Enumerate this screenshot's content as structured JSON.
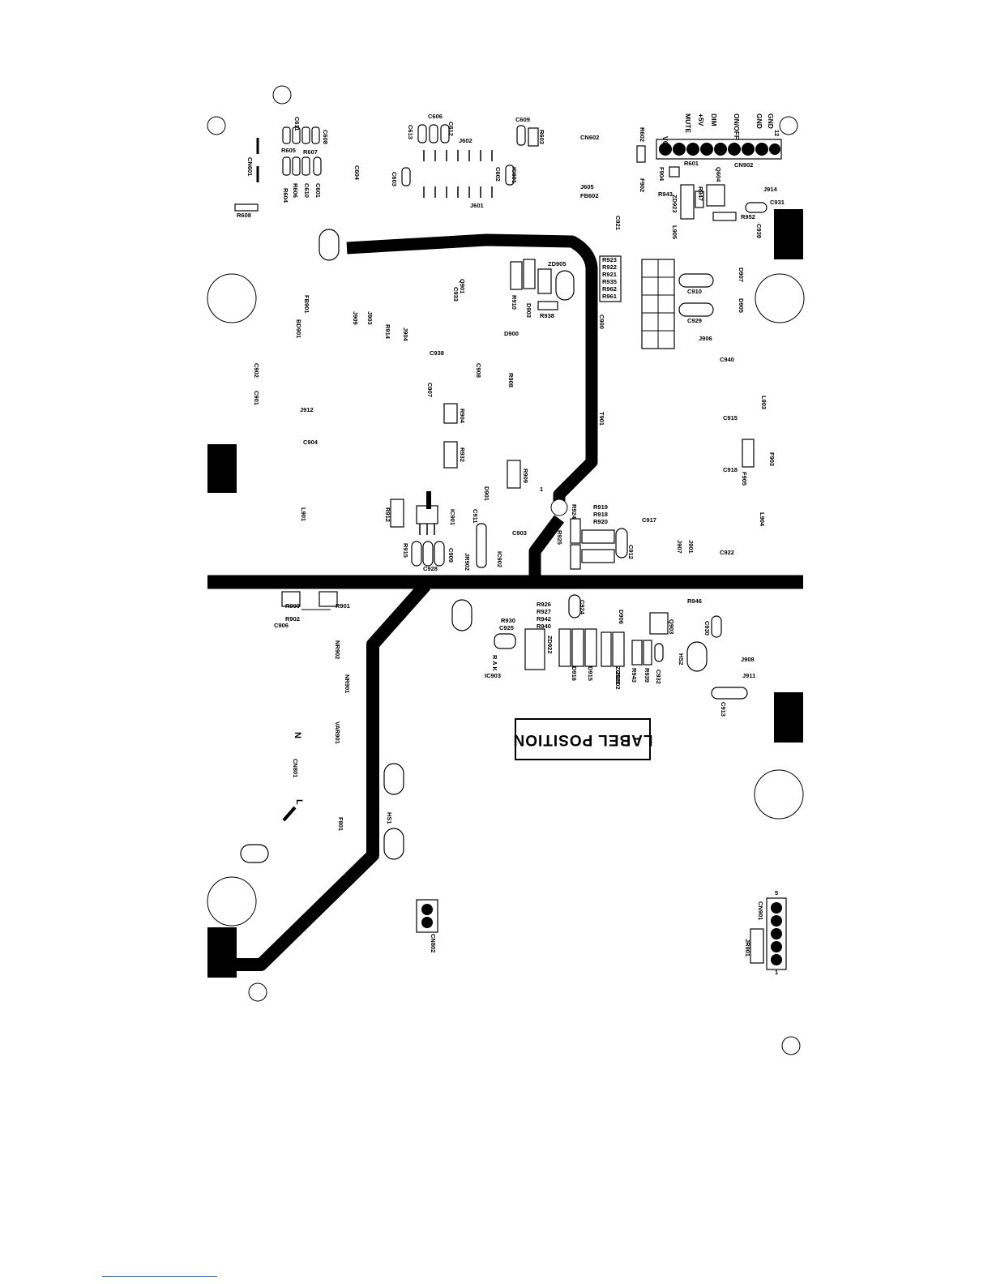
{
  "board": {
    "label_position": "LABEL POSITION",
    "connector_pins": [
      "VOL -",
      "MUTE",
      "+5V",
      "DIM",
      "ON/OFF",
      "GND",
      "GND"
    ],
    "pin_marks": {
      "pin12": "12",
      "pin1": "1",
      "pin5": "5",
      "pin1b": "1"
    },
    "mains_marks": {
      "n": "N",
      "l": "L"
    },
    "labels": [
      "C611",
      "C608",
      "R605",
      "R607",
      "CN601",
      "R604",
      "R606",
      "C610",
      "C601",
      "C604",
      "R608",
      "C613",
      "C606",
      "C612",
      "J602",
      "C603",
      "J601",
      "C609",
      "R603",
      "C602",
      "IC601",
      "CN602",
      "J605",
      "FB602",
      "R602",
      "F902",
      "F904",
      "R601",
      "Q604",
      "R943",
      "ZD923",
      "R947",
      "L905",
      "CN902",
      "J914",
      "C931",
      "R952",
      "C939",
      "C921",
      "R923",
      "R922",
      "R921",
      "R935",
      "R962",
      "R961",
      "C900",
      "ZD905",
      "R910",
      "D903",
      "R938",
      "Q901",
      "C933",
      "D900",
      "FB901",
      "BD901",
      "J909",
      "J903",
      "R914",
      "J904",
      "C938",
      "C907",
      "C908",
      "R908",
      "C910",
      "C929",
      "D907",
      "D905",
      "J906",
      "C940",
      "L903",
      "C915",
      "F903",
      "C918",
      "F905",
      "T901",
      "C902",
      "C901",
      "J912",
      "C904",
      "R904",
      "R932",
      "R909",
      "D901",
      "L901",
      "R912",
      "IC901",
      "C911",
      "C903",
      "JR902",
      "R915",
      "C909",
      "C928",
      "IC902",
      "R924",
      "R919",
      "R918",
      "R920",
      "R925",
      "C912",
      "C917",
      "J907",
      "J901",
      "L904",
      "C922",
      "R900",
      "R901",
      "R902",
      "C906",
      "R926",
      "R927",
      "R942",
      "R940",
      "C924",
      "D906",
      "R946",
      "Q903",
      "C930",
      "R930",
      "C925",
      "ZD922",
      "D916",
      "D915",
      "ZD921",
      "ZD902",
      "R943",
      "R939",
      "C932",
      "HS2",
      "IC903",
      "J908",
      "J911",
      "C913",
      "NR902",
      "NR901",
      "VAR901",
      "CN801",
      "F801",
      "HS1",
      "CN802",
      "CN901",
      "JR901"
    ],
    "ic903_pins": "R  A  K"
  }
}
